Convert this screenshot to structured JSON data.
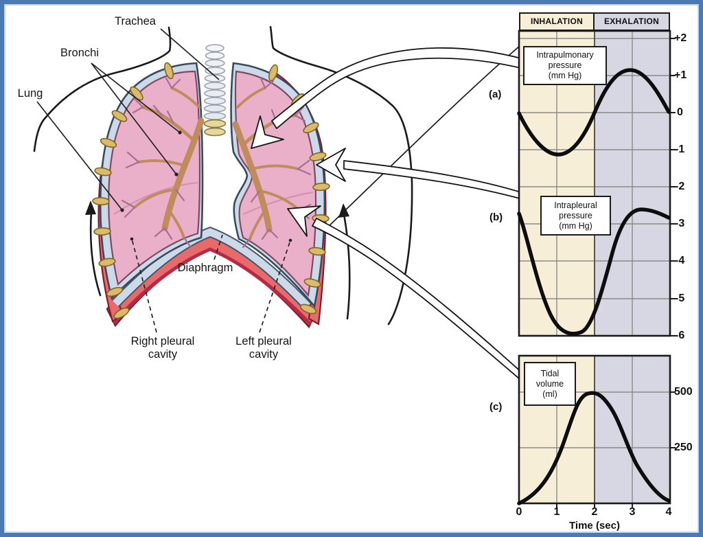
{
  "colors": {
    "frame": "#4b79b4",
    "inhalation_bg": "#f6eed7",
    "exhalation_bg": "#d6d7e3",
    "lung_pink": "#eab0ca",
    "pleural_blue": "#ccd9e8",
    "diaphragm_red": "#e96a6a",
    "rib_yellow": "#dcba6a",
    "bronchi_tan": "#c08c5c",
    "curve": "#0d0d0d"
  },
  "anatomy": {
    "trachea": "Trachea",
    "bronchi": "Bronchi",
    "lung": "Lung",
    "diaphragm": "Diaphragm",
    "right_pleural": "Right pleural\ncavity",
    "left_pleural": "Left pleural\ncavity"
  },
  "graphs": {
    "inhalation": "INHALATION",
    "exhalation": "EXHALATION",
    "a": {
      "tag": "(a)",
      "box": "Intrapulmonary\npressure\n(mm Hg)",
      "ticks": [
        "+2",
        "+1",
        "0",
        "-1",
        "-2"
      ]
    },
    "b": {
      "tag": "(b)",
      "box": "Intrapleural\npressure\n(mm Hg)",
      "ticks": [
        "-3",
        "-4",
        "-5",
        "-6"
      ]
    },
    "c": {
      "tag": "(c)",
      "box": "Tidal\nvolume\n(ml)",
      "ticks": [
        "500",
        "250"
      ],
      "x_ticks": [
        "0",
        "1",
        "2",
        "3",
        "4"
      ],
      "x_label": "Time (sec)"
    }
  },
  "chart_data": [
    {
      "panel": "(a)",
      "type": "line",
      "title": "Intrapulmonary pressure (mm Hg)",
      "xlabel": "Time (sec)",
      "x": [
        0,
        0.5,
        1,
        1.5,
        2,
        2.5,
        3,
        3.5,
        4
      ],
      "values": [
        0,
        -0.75,
        -1.1,
        -0.75,
        0,
        0.75,
        1.1,
        0.75,
        0
      ],
      "ylim": [
        -2,
        2
      ],
      "y_ticks": [
        2,
        1,
        0,
        -1,
        -2
      ],
      "phases": [
        {
          "label": "INHALATION",
          "x_range": [
            0,
            2
          ]
        },
        {
          "label": "EXHALATION",
          "x_range": [
            2,
            4
          ]
        }
      ],
      "grid": true
    },
    {
      "panel": "(b)",
      "type": "line",
      "title": "Intrapleural pressure (mm Hg)",
      "xlabel": "Time (sec)",
      "x": [
        0,
        0.5,
        1,
        1.5,
        2,
        2.5,
        3,
        3.5,
        4
      ],
      "values": [
        -2.8,
        -3.6,
        -5.2,
        -5.9,
        -6,
        -4.8,
        -2.9,
        -2.5,
        -2.8
      ],
      "ylim": [
        -6,
        -2
      ],
      "y_ticks": [
        -2,
        -3,
        -4,
        -5,
        -6
      ],
      "phases": [
        {
          "label": "INHALATION",
          "x_range": [
            0,
            2
          ]
        },
        {
          "label": "EXHALATION",
          "x_range": [
            2,
            4
          ]
        }
      ],
      "grid": true
    },
    {
      "panel": "(c)",
      "type": "line",
      "title": "Tidal volume (ml)",
      "xlabel": "Time (sec)",
      "x": [
        0,
        0.5,
        1,
        1.5,
        2,
        2.5,
        3,
        3.5,
        4
      ],
      "values": [
        0,
        70,
        200,
        400,
        500,
        480,
        260,
        90,
        10
      ],
      "ylim": [
        0,
        650
      ],
      "y_ticks": [
        500,
        250
      ],
      "x_ticks": [
        0,
        1,
        2,
        3,
        4
      ],
      "phases": [
        {
          "label": "INHALATION",
          "x_range": [
            0,
            2
          ]
        },
        {
          "label": "EXHALATION",
          "x_range": [
            2,
            4
          ]
        }
      ],
      "grid": true
    }
  ]
}
